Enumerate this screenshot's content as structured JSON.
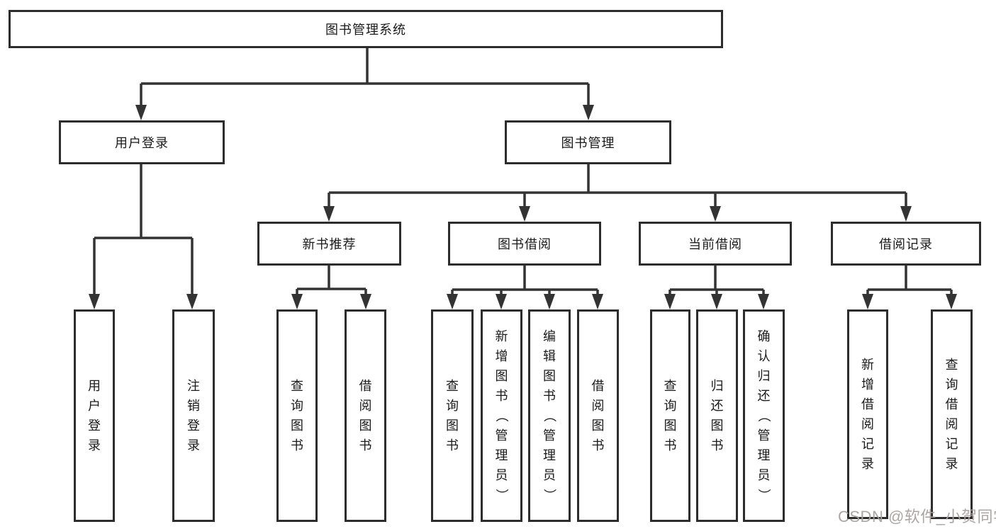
{
  "diagram": {
    "type": "hierarchy-chart",
    "colors": {
      "background": "#ffffff",
      "box_border": "#2d2d2d",
      "connector_line": "#333333",
      "text": "#1a1a1a",
      "watermark": "#a9a19d"
    }
  },
  "tree": {
    "label": "图书管理系统",
    "children": [
      {
        "label": "用户登录",
        "children": [
          {
            "label": "用户登录"
          },
          {
            "label": "注销登录"
          }
        ]
      },
      {
        "label": "图书管理",
        "children": [
          {
            "label": "新书推荐",
            "children": [
              {
                "label": "查询图书"
              },
              {
                "label": "借阅图书"
              }
            ]
          },
          {
            "label": "图书借阅",
            "children": [
              {
                "label": "查询图书"
              },
              {
                "label": "新增图书（管理员）"
              },
              {
                "label": "编辑图书（管理员）"
              },
              {
                "label": "借阅图书"
              }
            ]
          },
          {
            "label": "当前借阅",
            "children": [
              {
                "label": "查询图书"
              },
              {
                "label": "归还图书"
              },
              {
                "label": "确认归还（管理员）"
              }
            ]
          },
          {
            "label": "借阅记录",
            "children": [
              {
                "label": "新增借阅记录"
              },
              {
                "label": "查询借阅记录"
              }
            ]
          }
        ]
      }
    ]
  },
  "watermark": {
    "text": "CSDN @软件_小贺同学"
  }
}
